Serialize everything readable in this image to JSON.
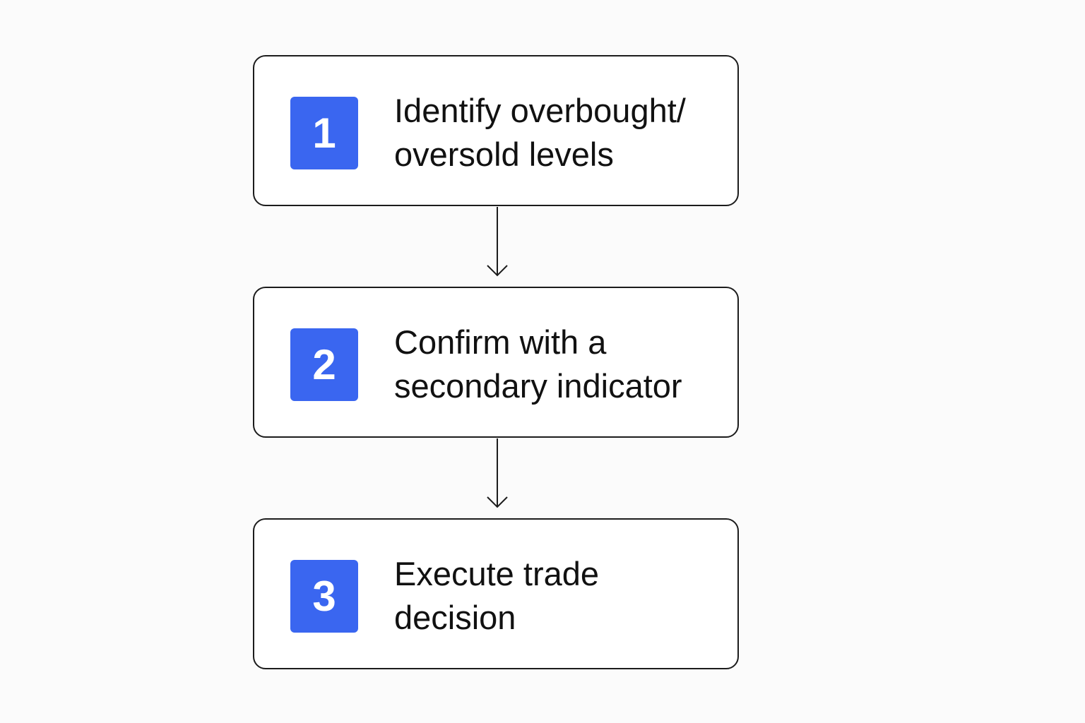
{
  "diagram": {
    "steps": [
      {
        "number": "1",
        "line1": "Identify overbought/",
        "line2": "oversold levels"
      },
      {
        "number": "2",
        "line1": "Confirm with a",
        "line2": "secondary indicator"
      },
      {
        "number": "3",
        "line1": "Execute trade",
        "line2": "decision"
      }
    ],
    "colors": {
      "badge": "#3a66f0",
      "border": "#1c1c1c",
      "text": "#111111",
      "background": "#fbfbfb"
    },
    "connector_icon": "arrow-down-icon"
  }
}
